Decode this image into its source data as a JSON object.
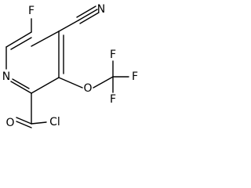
{
  "molecule": {
    "atoms": {
      "fluoro": "F",
      "nitrile_n": "N",
      "ring_n": "N",
      "ether_o": "O",
      "cf3_f_top": "F",
      "cf3_f_right": "F",
      "cf3_f_bottom": "F",
      "acyl_o": "O",
      "acyl_cl": "Cl"
    }
  }
}
